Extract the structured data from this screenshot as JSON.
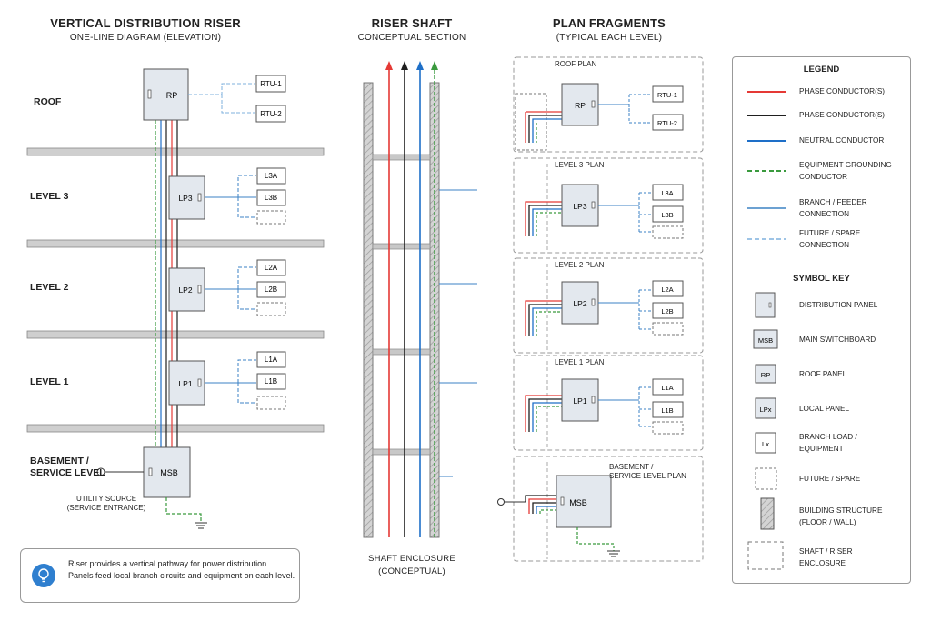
{
  "colors": {
    "phase_red": "#e53935",
    "phase_black": "#1f1f1f",
    "neutral_blue": "#1e6fc8",
    "ground_green": "#3a9a3e",
    "feeder_blue": "#3b82c4",
    "spare_blue": "#7fb0de",
    "panel_fill": "#e3e8ee",
    "slab_fill": "#cfcfcf",
    "note_icon": "#2f7fcf"
  },
  "riser": {
    "title": "VERTICAL DISTRIBUTION RISER",
    "subtitle": "ONE-LINE DIAGRAM (ELEVATION)",
    "levels": [
      "ROOF",
      "LEVEL 3",
      "LEVEL 2",
      "LEVEL 1"
    ],
    "basement_label_1": "BASEMENT /",
    "basement_label_2": "SERVICE LEVEL",
    "utility_1": "UTILITY SOURCE",
    "utility_2": "(SERVICE ENTRANCE)",
    "panels": {
      "rp": "RP",
      "lp3": "LP3",
      "lp2": "LP2",
      "lp1": "LP1",
      "msb": "MSB"
    },
    "loads": {
      "rtu1": "RTU-1",
      "rtu2": "RTU-2",
      "l3a": "L3A",
      "l3b": "L3B",
      "l2a": "L2A",
      "l2b": "L2B",
      "l1a": "L1A",
      "l1b": "L1B"
    }
  },
  "shaft": {
    "title": "RISER SHAFT",
    "subtitle": "CONCEPTUAL SECTION",
    "caption_1": "SHAFT ENCLOSURE",
    "caption_2": "(CONCEPTUAL)"
  },
  "plans": {
    "title": "PLAN FRAGMENTS",
    "subtitle": "(TYPICAL EACH LEVEL)",
    "roof": "ROOF PLAN",
    "l3": "LEVEL 3 PLAN",
    "l2": "LEVEL 2 PLAN",
    "l1": "LEVEL 1 PLAN",
    "basement_1": "BASEMENT /",
    "basement_2": "SERVICE LEVEL PLAN"
  },
  "legend": {
    "title": "LEGEND",
    "items": [
      "PHASE CONDUCTOR(S)",
      "PHASE CONDUCTOR(S)",
      "NEUTRAL CONDUCTOR",
      "EQUIPMENT GROUNDING",
      "CONDUCTOR",
      "BRANCH / FEEDER",
      "CONNECTION",
      "FUTURE / SPARE",
      "CONNECTION"
    ]
  },
  "symbol_key": {
    "title": "SYMBOL KEY",
    "items": [
      {
        "sym": "",
        "label1": "DISTRIBUTION PANEL",
        "label2": ""
      },
      {
        "sym": "MSB",
        "label1": "MAIN SWITCHBOARD",
        "label2": ""
      },
      {
        "sym": "RP",
        "label1": "ROOF PANEL",
        "label2": ""
      },
      {
        "sym": "LPx",
        "label1": "LOCAL PANEL",
        "label2": ""
      },
      {
        "sym": "Lx",
        "label1": "BRANCH LOAD /",
        "label2": "EQUIPMENT"
      },
      {
        "sym": "",
        "label1": "FUTURE / SPARE",
        "label2": ""
      },
      {
        "sym": "",
        "label1": "BUILDING STRUCTURE",
        "label2": "(FLOOR / WALL)"
      },
      {
        "sym": "",
        "label1": "SHAFT / RISER",
        "label2": "ENCLOSURE"
      }
    ]
  },
  "note": {
    "icon": "lightbulb-icon",
    "text": "Riser provides a vertical pathway for power distribution. Panels feed local branch circuits and equipment on each level."
  }
}
